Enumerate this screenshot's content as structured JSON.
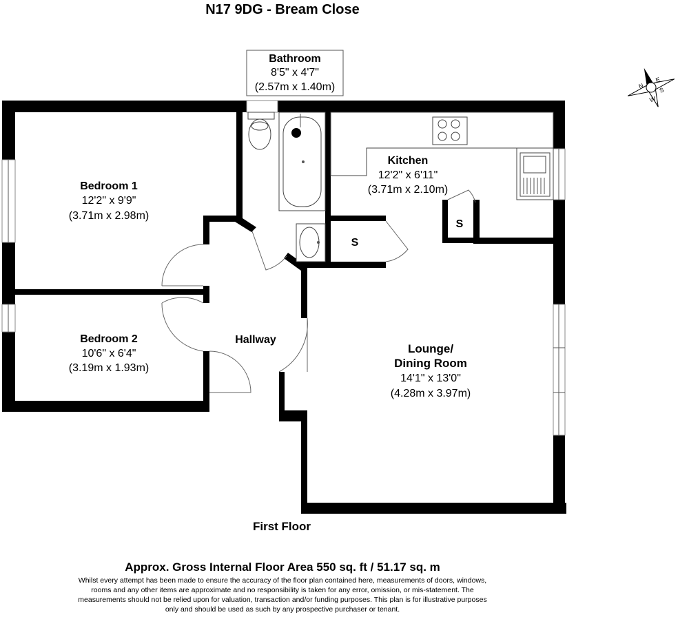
{
  "title": "N17 9DG - Bream Close",
  "floor_label": "First Floor",
  "rooms": {
    "bathroom": {
      "name": "Bathroom",
      "imperial": "8'5\" x 4'7\"",
      "metric": "(2.57m x 1.40m)"
    },
    "bedroom1": {
      "name": "Bedroom 1",
      "imperial": "12'2\" x 9'9\"",
      "metric": "(3.71m x 2.98m)"
    },
    "bedroom2": {
      "name": "Bedroom 2",
      "imperial": "10'6\" x 6'4\"",
      "metric": "(3.19m x 1.93m)"
    },
    "kitchen": {
      "name": "Kitchen",
      "imperial": "12'2\" x 6'11\"",
      "metric": "(3.71m x 2.10m)"
    },
    "hallway": {
      "name": "Hallway"
    },
    "lounge": {
      "name_line1": "Lounge/",
      "name_line2": "Dining Room",
      "imperial": "14'1\" x 13'0\"",
      "metric": "(4.28m x 3.97m)"
    }
  },
  "storage_label": "S",
  "area": "Approx. Gross Internal Floor Area 550 sq. ft / 51.17 sq. m",
  "disclaimer": [
    "Whilst every attempt has been made to ensure the accuracy of the floor plan contained here, measurements of doors, windows,",
    "rooms and any other items are approximate and no responsibility is taken for any error, omission, or mis-statement. The",
    "measurements should not be relied upon for valuation, transaction and/or funding purposes. This plan is for illustrative purposes",
    "only and should be used as such by any prospective purchaser or tenant."
  ],
  "compass": {
    "n": "N",
    "e": "E",
    "s": "S",
    "w": "W"
  }
}
